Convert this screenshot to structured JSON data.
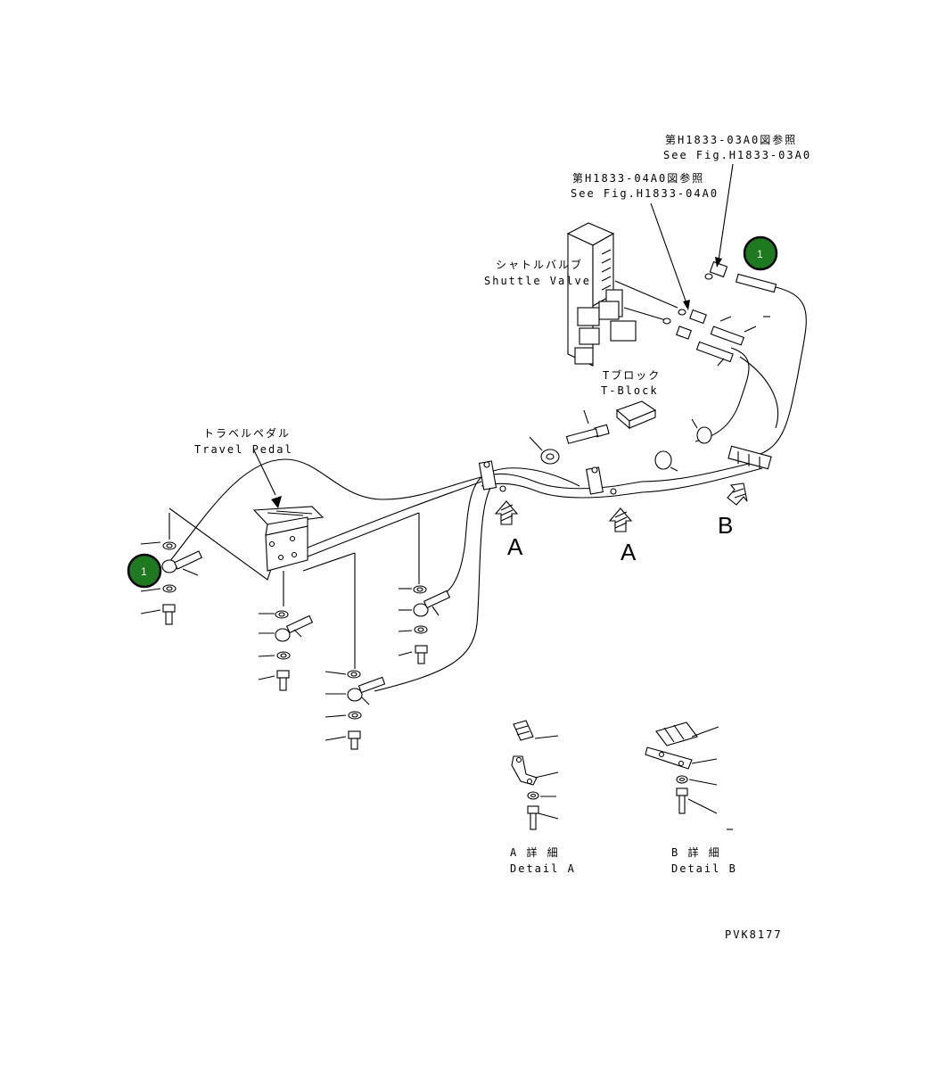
{
  "labels": {
    "ref_03a0_jp": "第H1833-03A0図参照",
    "ref_03a0_en": "See Fig.H1833-03A0",
    "ref_04a0_jp": "第H1833-04A0図参照",
    "ref_04a0_en": "See Fig.H1833-04A0",
    "shuttle_jp": "シャトルバルブ",
    "shuttle_en": "Shuttle Valve",
    "tblock_jp": "Tブロック",
    "tblock_en": "T-Block",
    "pedal_jp": "トラベルペダル",
    "pedal_en": "Travel Pedal",
    "view_a": "A",
    "view_b": "B",
    "detail_a_jp": "A 詳 細",
    "detail_a_en": "Detail A",
    "detail_b_jp": "B 詳 細",
    "detail_b_en": "Detail B",
    "drawing_no": "PVK8177"
  },
  "callouts": [
    {
      "id": "balloon-top",
      "label": "1"
    },
    {
      "id": "balloon-left",
      "label": "1"
    }
  ],
  "colors": {
    "balloon_fill": "#1e7a1e",
    "line": "#000000"
  }
}
